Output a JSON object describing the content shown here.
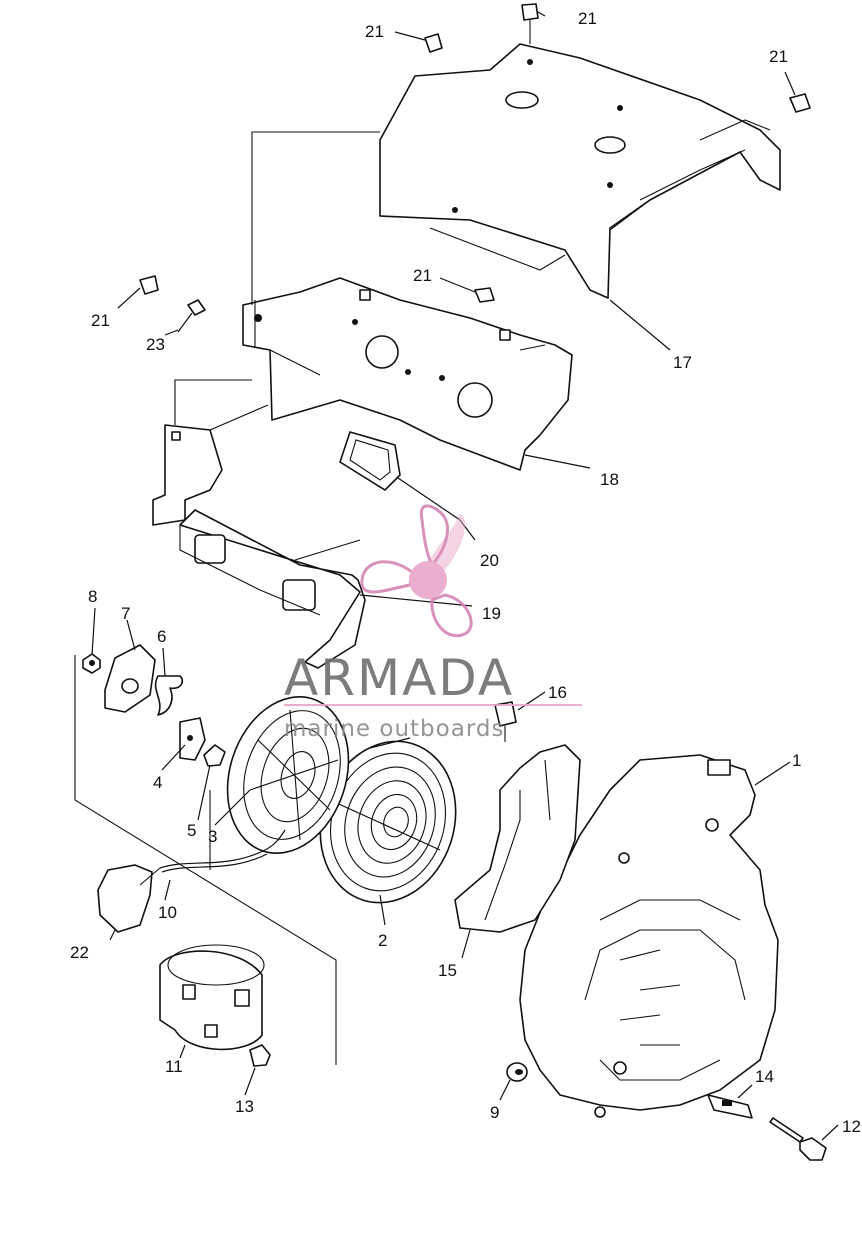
{
  "watermark": {
    "brand_name": "ARMADA",
    "tagline": "marine outboards",
    "colors": {
      "logo_pink": "#e8a7c9",
      "logo_pink_dark": "#d486b3",
      "text_gray": "#6e6e6e"
    }
  },
  "callouts": {
    "c1": "1",
    "c2": "2",
    "c3": "3",
    "c4": "4",
    "c5": "5",
    "c6": "6",
    "c7": "7",
    "c8": "8",
    "c9": "9",
    "c10": "10",
    "c11": "11",
    "c12": "12",
    "c13": "13",
    "c14": "14",
    "c15": "15",
    "c16": "16",
    "c17": "17",
    "c18": "18",
    "c19": "19",
    "c20": "20",
    "c21a": "21",
    "c21b": "21",
    "c21c": "21",
    "c21d": "21",
    "c21e": "21",
    "c22": "22",
    "c23": "23"
  }
}
